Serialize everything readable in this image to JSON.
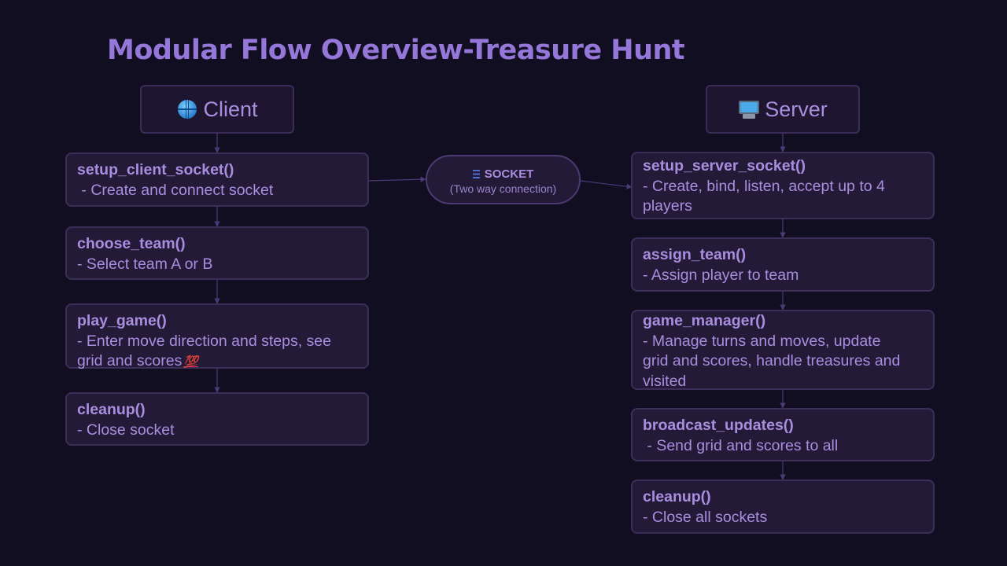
{
  "title": "Modular Flow Overview-Treasure Hunt",
  "client": {
    "header": "Client",
    "icon": "globe-icon",
    "steps": [
      {
        "fn": "setup_client_socket()",
        "desc": " - Create and connect socket"
      },
      {
        "fn": "choose_team()",
        "desc": "- Select team A or B"
      },
      {
        "fn": "play_game()",
        "desc": "- Enter move direction and steps, see grid and scores"
      },
      {
        "fn": "cleanup()",
        "desc": "- Close socket"
      }
    ],
    "badge": "💯"
  },
  "server": {
    "header": "Server",
    "icon": "computer-icon",
    "steps": [
      {
        "fn": "setup_server_socket()",
        "desc": "- Create, bind, listen, accept up to 4 players"
      },
      {
        "fn": "assign_team()",
        "desc": "- Assign player to team"
      },
      {
        "fn": "game_manager()",
        "desc": "- Manage turns and moves, update grid and scores, handle treasures and visited"
      },
      {
        "fn": "broadcast_updates()",
        "desc": " - Send grid and scores to all"
      },
      {
        "fn": "cleanup()",
        "desc": "- Close all sockets"
      }
    ]
  },
  "socket": {
    "label": "SOCKET",
    "sublabel": "(Two way connection)",
    "icon": "list-icon"
  },
  "colors": {
    "background": "#120e21",
    "accent": "#9477d9",
    "box": "#221a36",
    "border": "#3b2f5a"
  }
}
